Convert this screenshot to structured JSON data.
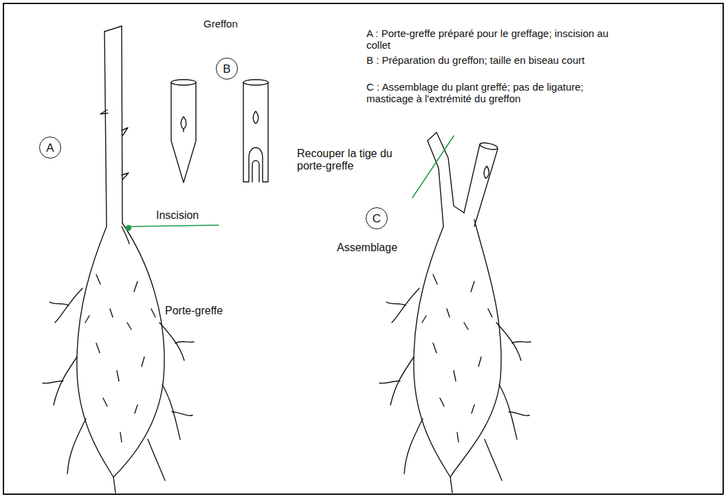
{
  "diagram": {
    "nodes": [
      {
        "text": [
          "A"
        ]
      },
      {
        "text": [
          "B"
        ]
      },
      {
        "text": [
          "C"
        ]
      }
    ],
    "labels": [
      "Greffon",
      "A : Porte-greffe préparé pour le greffage; inscision au collet",
      "B : Préparation du greffon; taille en biseau court",
      "C : Assemblage du plant greffé; pas de ligature; masticage à l'extrémité du greffon",
      "Inscision",
      "Porte-greffe",
      "Recouper la tige du porte-greffe",
      "Assemblage"
    ]
  }
}
